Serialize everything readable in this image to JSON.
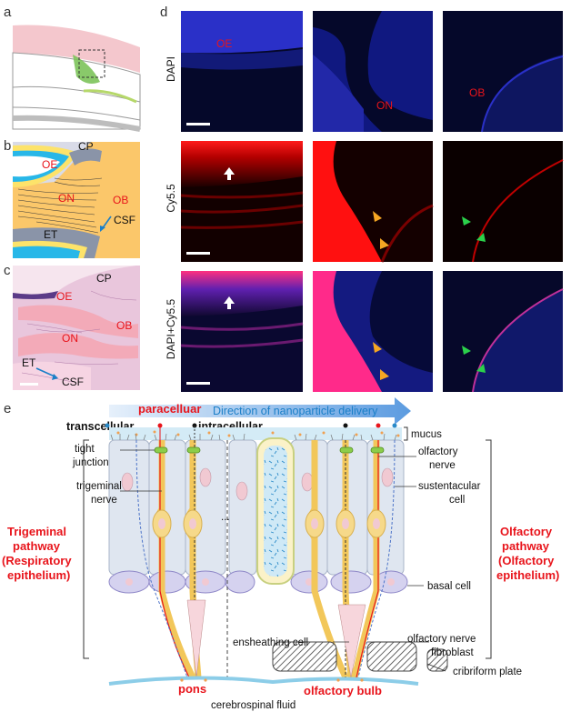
{
  "panel_letters": {
    "a": "a",
    "b": "b",
    "c": "c",
    "d": "d",
    "e": "e"
  },
  "panel_b": {
    "cp": "CP",
    "oe": "OE",
    "on": "ON",
    "ob": "OB",
    "et": "ET",
    "csf": "CSF"
  },
  "panel_c": {
    "cp": "CP",
    "oe": "OE",
    "ob": "OB",
    "on": "ON",
    "et": "ET",
    "csf": "CSF"
  },
  "panel_d": {
    "rows": [
      "DAPI",
      "Cy5.5",
      "DAPI+Cy5.5"
    ],
    "oe": "OE",
    "on": "ON",
    "ob": "OB"
  },
  "panel_e": {
    "direction": "Direction of nanoparticle delivery",
    "paracelluar": "paracelluar",
    "transcellular": "transcellular",
    "intracellular": "intracellular",
    "mucus": "mucus",
    "tight_junction_1": "tight",
    "tight_junction_2": "junction",
    "trigeminal_nerve_1": "trigeminal",
    "trigeminal_nerve_2": "nerve",
    "olfactory_nerve_1": "olfactory",
    "olfactory_nerve_2": "nerve",
    "sustentacular_1": "sustentacular",
    "sustentacular_2": "cell",
    "trig_path_1": "Trigeminal",
    "trig_path_2": "pathway",
    "trig_path_3": "(Respiratory",
    "trig_path_4": "epithelium)",
    "olf_path_1": "Olfactory",
    "olf_path_2": "pathway",
    "olf_path_3": "(Olfactory",
    "olf_path_4": "epithelium)",
    "basal_cell": "basal cell",
    "ensheathing_cell": "ensheathing cell",
    "fibroblast_1": "olfactory nerve",
    "fibroblast_2": "fibroblast",
    "cribriform_plate": "cribriform plate",
    "pons": "pons",
    "olfactory_bulb": "olfactory bulb",
    "csf": "cerebrospinal fluid",
    "dots": "..."
  },
  "colors": {
    "red": "#e8141b",
    "blue_text": "#1a7fc8",
    "ob_orange": "#f7c36b",
    "cell_fill": "#dfe6f0",
    "neuron_yellow": "#f6d98a"
  }
}
